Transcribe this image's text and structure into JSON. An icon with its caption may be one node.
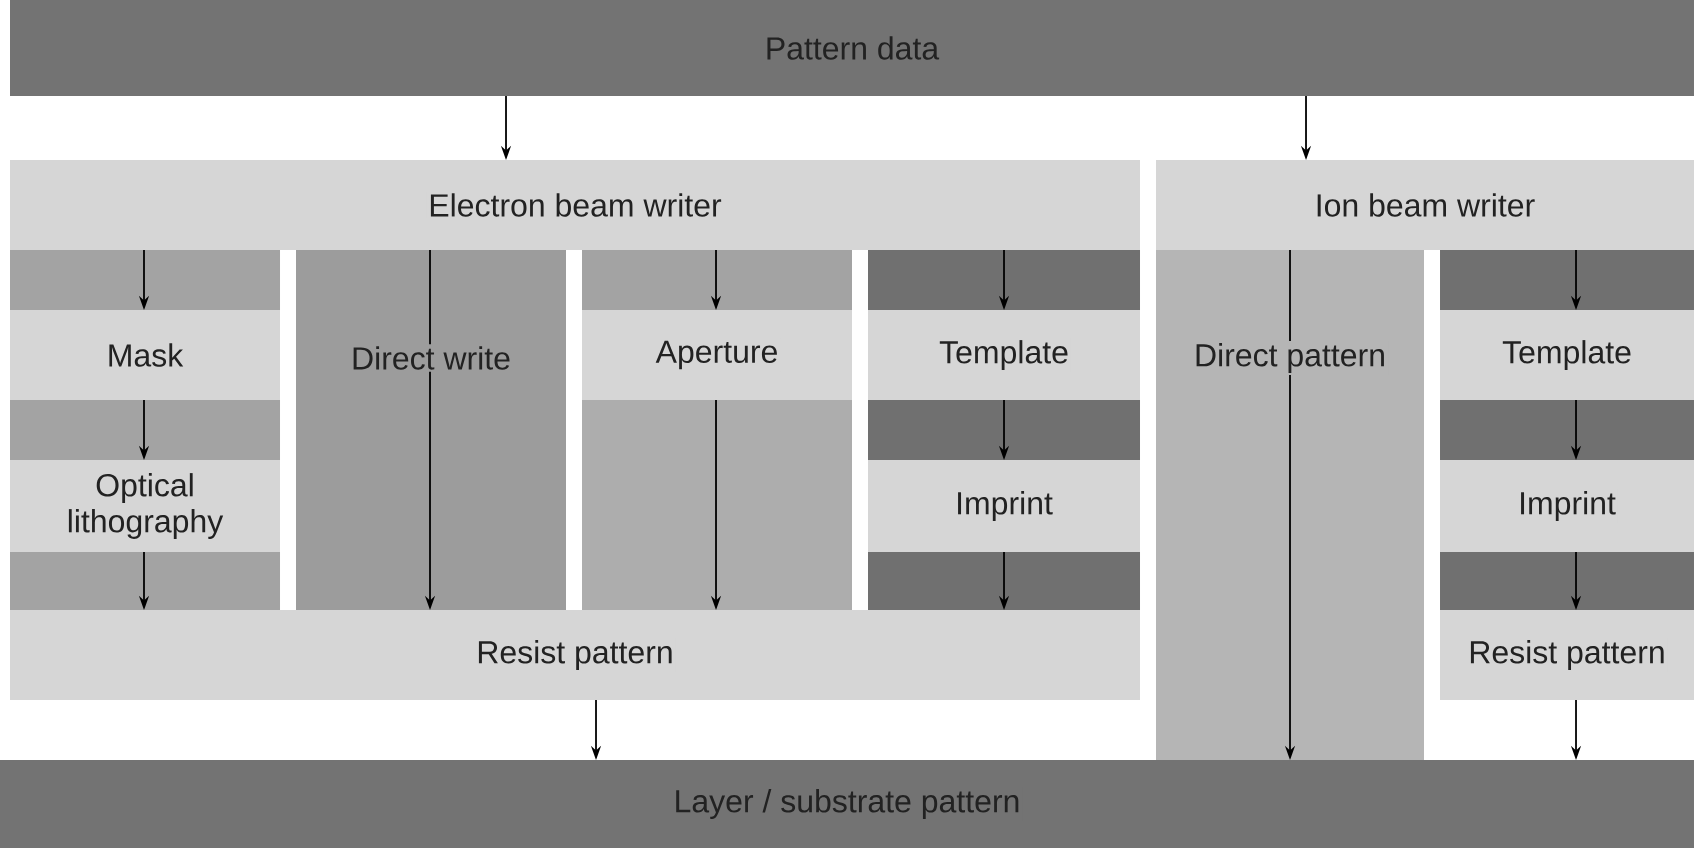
{
  "diagram": {
    "nodes": [
      {
        "text": [
          "Pattern data"
        ]
      },
      {
        "text": [
          "Electron beam writer"
        ]
      },
      {
        "text": [
          "Mask"
        ]
      },
      {
        "text": [
          "Optical lithography"
        ]
      },
      {
        "text": [
          "Direct write"
        ]
      },
      {
        "text": [
          "Aperture"
        ]
      },
      {
        "text": [
          "Template"
        ]
      },
      {
        "text": [
          "Imprint"
        ]
      },
      {
        "text": [
          "Resist pattern"
        ]
      },
      {
        "text": [
          "Ion beam writer"
        ]
      },
      {
        "text": [
          "Direct pattern"
        ]
      },
      {
        "text": [
          "Template"
        ]
      },
      {
        "text": [
          "Imprint"
        ]
      },
      {
        "text": [
          "Resist pattern"
        ]
      },
      {
        "text": [
          "Layer / substrate pattern"
        ]
      }
    ],
    "edges": [
      {
        "from": 0,
        "to": 1,
        "arrow": "to"
      },
      {
        "from": 0,
        "to": 9,
        "arrow": "to"
      },
      {
        "from": 1,
        "to": 2,
        "arrow": "to"
      },
      {
        "from": 2,
        "to": 3,
        "arrow": "to"
      },
      {
        "from": 3,
        "to": 8,
        "arrow": "to"
      },
      {
        "from": 1,
        "to": 4,
        "arrow": "none"
      },
      {
        "from": 4,
        "to": 8,
        "arrow": "to"
      },
      {
        "from": 1,
        "to": 5,
        "arrow": "to"
      },
      {
        "from": 5,
        "to": 8,
        "arrow": "to"
      },
      {
        "from": 1,
        "to": 6,
        "arrow": "to"
      },
      {
        "from": 6,
        "to": 7,
        "arrow": "to"
      },
      {
        "from": 7,
        "to": 8,
        "arrow": "to"
      },
      {
        "from": 8,
        "to": 14,
        "arrow": "to"
      },
      {
        "from": 9,
        "to": 10,
        "arrow": "none"
      },
      {
        "from": 10,
        "to": 14,
        "arrow": "to"
      },
      {
        "from": 9,
        "to": 11,
        "arrow": "to"
      },
      {
        "from": 11,
        "to": 12,
        "arrow": "to"
      },
      {
        "from": 12,
        "to": 13,
        "arrow": "to"
      },
      {
        "from": 13,
        "to": 14,
        "arrow": "to"
      }
    ]
  }
}
